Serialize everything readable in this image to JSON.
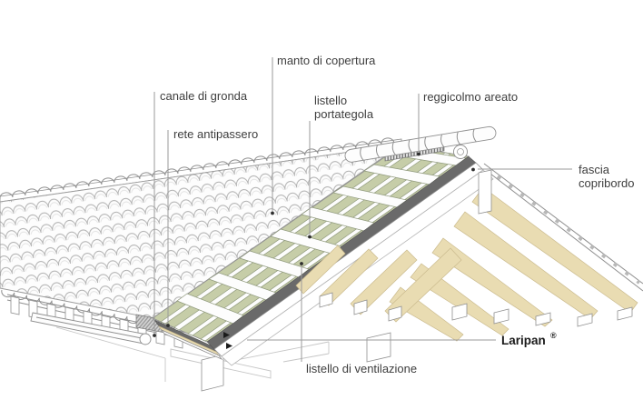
{
  "labels": {
    "manto": {
      "text": "manto di copertura"
    },
    "canale": {
      "text": "canale di gronda"
    },
    "rete": {
      "text": "rete antipassero"
    },
    "listello_portategola": {
      "line1": "listello",
      "line2": "portategola"
    },
    "reggicolmo": {
      "text": "reggicolmo areato"
    },
    "fascia": {
      "line1": "fascia",
      "line2": "copribordo"
    },
    "laripan": {
      "brand": "Laripan",
      "reg": "®"
    },
    "listello_ventilazione": {
      "text": "listello di ventilazione"
    }
  },
  "colors": {
    "panel_green": "#c6cda8",
    "panel_tan": "#e9dcb2",
    "band_dark": "#6a6a6a",
    "line_gray": "#8f8f8f",
    "line_light": "#c6c6c6",
    "leader": "#9a9a9a",
    "text": "#3e3e3e",
    "text_dark": "#1a1a1a"
  }
}
